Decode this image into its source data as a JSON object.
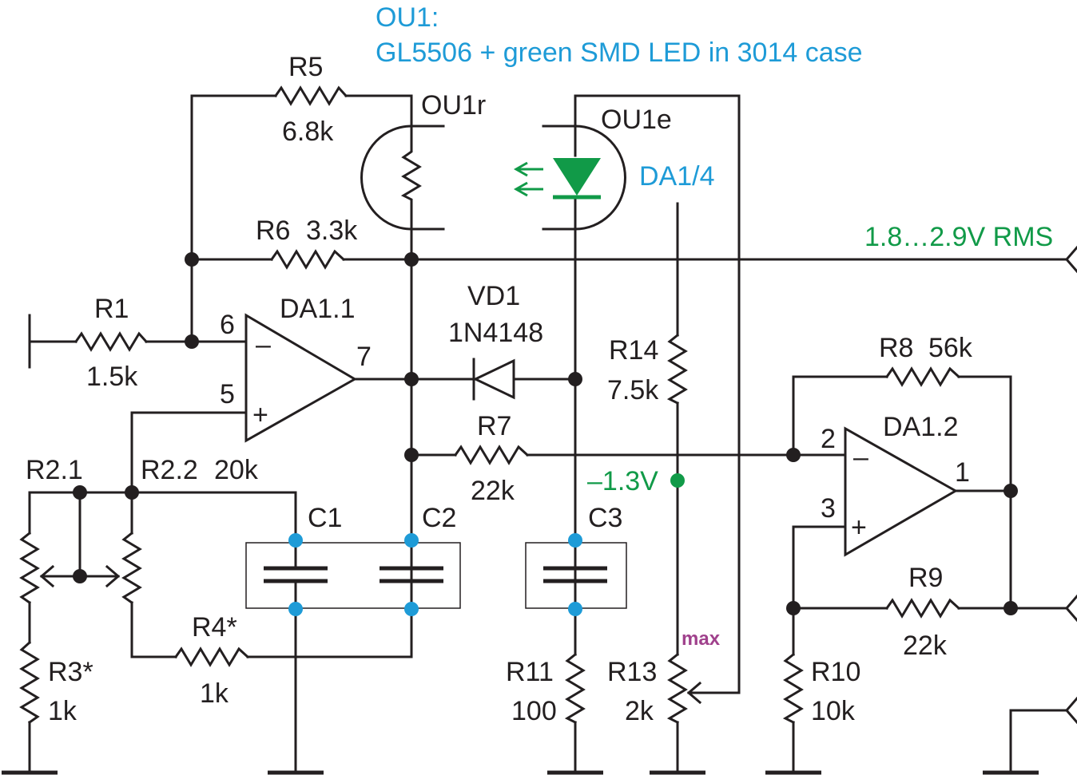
{
  "header": {
    "line1": "OU1:",
    "line2": "GL5506 + green SMD LED in 3014 case"
  },
  "components": {
    "r1": {
      "name": "R1",
      "value": "1.5k"
    },
    "r5": {
      "name": "R5",
      "value": "6.8k"
    },
    "r6": {
      "name": "R6",
      "value": "3.3k"
    },
    "r7": {
      "name": "R7",
      "value": "22k"
    },
    "r8": {
      "name": "R8",
      "value": "56k"
    },
    "r9": {
      "name": "R9",
      "value": "22k"
    },
    "r10": {
      "name": "R10",
      "value": "10k"
    },
    "r11": {
      "name": "R11",
      "value": "100"
    },
    "r13": {
      "name": "R13",
      "value": "2k"
    },
    "r14": {
      "name": "R14",
      "value": "7.5k"
    },
    "r3": {
      "name": "R3*",
      "value": "1k"
    },
    "r4": {
      "name": "R4*",
      "value": "1k"
    },
    "r21": {
      "name": "R2.1"
    },
    "r22": {
      "name": "R2.2",
      "value": "20k"
    },
    "c1": {
      "name": "C1"
    },
    "c2": {
      "name": "C2"
    },
    "c3": {
      "name": "C3"
    },
    "vd1": {
      "name": "VD1",
      "part": "1N4148"
    },
    "ou1r": {
      "name": "OU1r"
    },
    "ou1e": {
      "name": "OU1e"
    },
    "da11": {
      "name": "DA1.1",
      "pin_inv": "6",
      "pin_noninv": "5",
      "pin_out": "7"
    },
    "da12": {
      "name": "DA1.2",
      "pin_inv": "2",
      "pin_noninv": "3",
      "pin_out": "1"
    },
    "da14": {
      "name": "DA1/4"
    }
  },
  "annotations": {
    "output_level": "1.8…2.9V RMS",
    "voltage_point": "–1.3V",
    "pot_max": "max",
    "minus_sign": "–",
    "plus_sign": "+"
  },
  "colors": {
    "wire": "#231f20",
    "annotation_blue": "#1e9bd7",
    "led_green": "#119a48",
    "max_label": "#a0418c"
  }
}
